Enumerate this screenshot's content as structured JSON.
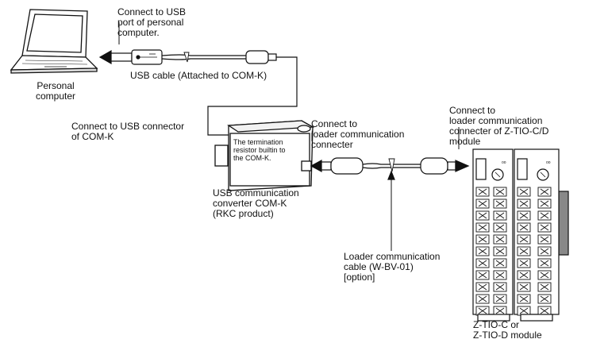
{
  "labels": {
    "connect_usb_port": "Connect to USB\nport of personal\ncomputer.",
    "personal_computer": "Personal\ncomputer",
    "usb_cable": "USB cable (Attached to COM-K)",
    "connect_usb_connector": "Connect to USB connector\nof COM-K",
    "termination_note": "The termination\nresistor builtin to\nthe COM-K.",
    "connect_loader_connecter": "Connect to\nloader communication\nconnecter",
    "usb_converter": "USB communication\nconverter COM-K\n(RKC product)",
    "connect_ztio_loader": "Connect to\nloader communication\nconnecter of Z-TIO-C/D\nmodule",
    "loader_cable": "Loader communication\ncable (W-BV-01)\n[option]",
    "module_name": "Z-TIO-C or\nZ-TIO-D module"
  }
}
